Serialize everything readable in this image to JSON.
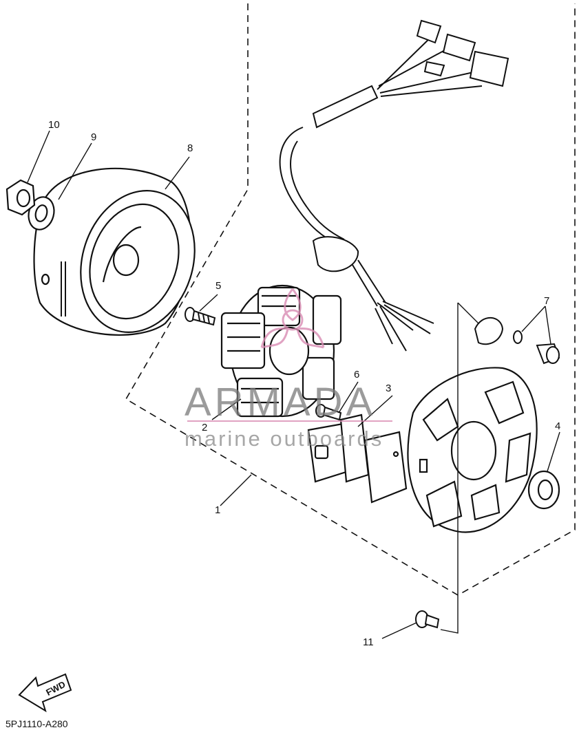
{
  "callouts": [
    {
      "id": "c1",
      "text": "1"
    },
    {
      "id": "c2",
      "text": "2"
    },
    {
      "id": "c3",
      "text": "3"
    },
    {
      "id": "c4",
      "text": "4"
    },
    {
      "id": "c5",
      "text": "5"
    },
    {
      "id": "c6",
      "text": "6"
    },
    {
      "id": "c7",
      "text": "7"
    },
    {
      "id": "c8",
      "text": "8"
    },
    {
      "id": "c9",
      "text": "9"
    },
    {
      "id": "c10",
      "text": "10"
    },
    {
      "id": "c11",
      "text": "11"
    }
  ],
  "watermark": {
    "title": "ARMADA",
    "subtitle": "marine outboards"
  },
  "direction_arrow": {
    "text": "FWD"
  },
  "diagram_code": "5PJ1110-A280",
  "colors": {
    "line": "#111111",
    "watermark_gray": "#7a7a7a",
    "watermark_pink": "#d98cb3"
  }
}
